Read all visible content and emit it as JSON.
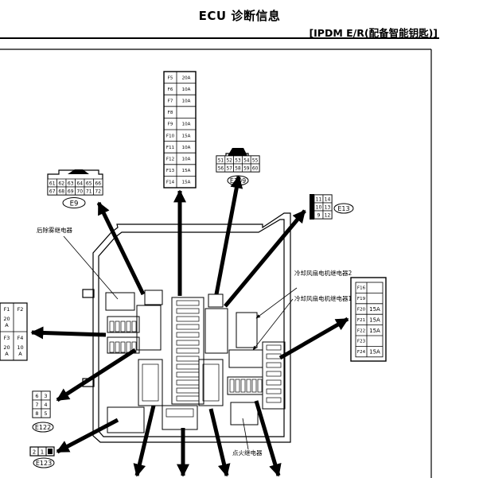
{
  "header": {
    "title": "ECU 诊断信息",
    "subtitle": "[IPDM E/R(配备智能钥匙)]"
  },
  "fuse_block_top": [
    {
      "id": "F5",
      "amp": "20A"
    },
    {
      "id": "F6",
      "amp": "10A"
    },
    {
      "id": "F7",
      "amp": "10A"
    },
    {
      "id": "F8",
      "amp": ""
    },
    {
      "id": "F9",
      "amp": "10A"
    },
    {
      "id": "F10",
      "amp": "15A"
    },
    {
      "id": "F11",
      "amp": "10A"
    },
    {
      "id": "F12",
      "amp": "10A"
    },
    {
      "id": "F13",
      "amp": "15A"
    },
    {
      "id": "F14",
      "amp": "15A"
    }
  ],
  "fuse_block_right": [
    {
      "id": "F16",
      "amp": ""
    },
    {
      "id": "F19",
      "amp": ""
    },
    {
      "id": "F20",
      "amp": "15A"
    },
    {
      "id": "F21",
      "amp": "15A"
    },
    {
      "id": "F22",
      "amp": "15A"
    },
    {
      "id": "F23",
      "amp": ""
    },
    {
      "id": "F24",
      "amp": "15A"
    }
  ],
  "fuse_block_left": [
    {
      "id": "F1",
      "amp": "20 A"
    },
    {
      "id": "F2",
      "amp": ""
    },
    {
      "id": "F3",
      "amp": "20 A"
    },
    {
      "id": "F4",
      "amp": "10 A"
    }
  ],
  "connectors": {
    "e9": {
      "name": "E9",
      "row1": [
        "61",
        "62",
        "63",
        "64",
        "65",
        "66"
      ],
      "row2": [
        "67",
        "68",
        "69",
        "70",
        "71",
        "72"
      ]
    },
    "e109": {
      "name": "E109",
      "row1": [
        "51",
        "52",
        "53",
        "54",
        "55"
      ],
      "row2": [
        "56",
        "57",
        "58",
        "59",
        "60"
      ]
    },
    "e13": {
      "name": "E13",
      "rows": [
        [
          "11",
          "14"
        ],
        [
          "10",
          "13"
        ],
        [
          "9",
          "12"
        ]
      ]
    },
    "e122": {
      "name": "E122",
      "rows": [
        [
          "6",
          "3"
        ],
        [
          "7",
          "4"
        ],
        [
          "8",
          "5"
        ]
      ]
    },
    "e123": {
      "name": "E123",
      "pins": [
        "2",
        "1"
      ]
    }
  },
  "labels": {
    "rear_defogger_relay": "后除雾继电器",
    "cooling_fan_relay_2": "冷却风扇电机继电器2",
    "cooling_fan_relay_1": "冷却风扇电机继电器1",
    "ignition_relay": "点火继电器"
  }
}
